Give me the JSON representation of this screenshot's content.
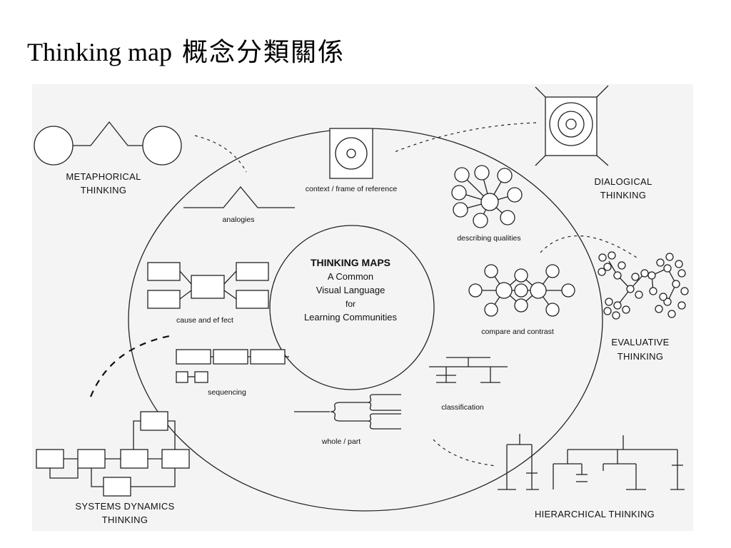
{
  "title": {
    "english": "Thinking map",
    "chinese": "概念分類關係"
  },
  "center": {
    "heading": "THINKING MAPS",
    "line1": "A Common",
    "line2": "Visual Language",
    "line3": "for",
    "line4": "Learning Communities"
  },
  "maps": {
    "context": "context / frame of reference",
    "describing": "describing qualities",
    "compare": "compare and contrast",
    "classification": "classification",
    "whole_part": "whole / part",
    "sequencing": "sequencing",
    "cause_effect": "cause and ef fect",
    "analogies": "analogies"
  },
  "outer": {
    "metaphorical_1": "METAPHORICAL",
    "metaphorical_2": "THINKING",
    "dialogical_1": "DIALOGICAL",
    "dialogical_2": "THINKING",
    "evaluative_1": "EVALUATIVE",
    "evaluative_2": "THINKING",
    "hierarchical": "HIERARCHICAL THINKING",
    "systems_1": "SYSTEMS DYNAMICS",
    "systems_2": "THINKING"
  }
}
